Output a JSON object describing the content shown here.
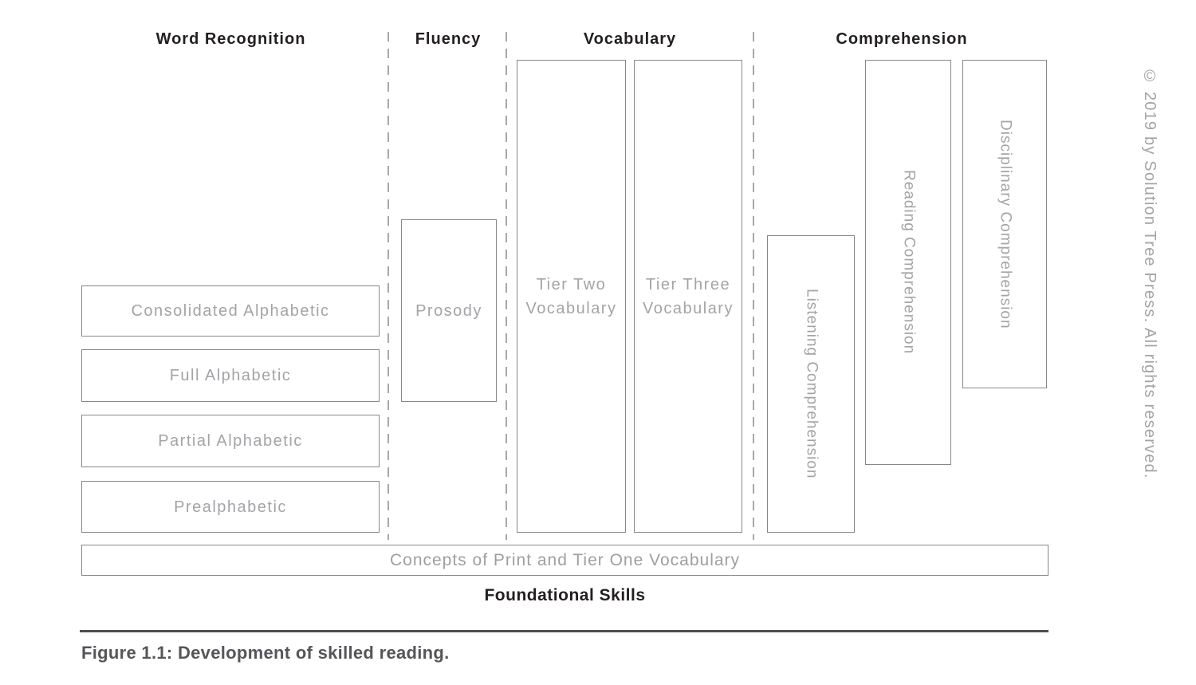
{
  "figure": {
    "caption": "Figure 1.1: Development of skilled reading.",
    "copyright": "© 2019 by Solution Tree Press. All rights reserved."
  },
  "columns": [
    {
      "id": "word-recognition",
      "label": "Word Recognition",
      "boxes": [
        "Consolidated Alphabetic",
        "Full Alphabetic",
        "Partial Alphabetic",
        "Prealphabetic"
      ]
    },
    {
      "id": "fluency",
      "label": "Fluency",
      "boxes": [
        "Prosody"
      ]
    },
    {
      "id": "vocabulary",
      "label": "Vocabulary",
      "boxes": [
        "Tier Two Vocabulary",
        "Tier Three Vocabulary"
      ]
    },
    {
      "id": "comprehension",
      "label": "Comprehension",
      "boxes": [
        "Listening Comprehension",
        "Reading Comprehension",
        "Disciplinary Comprehension"
      ]
    }
  ],
  "foundation": {
    "bar_label": "Concepts of Print and Tier One Vocabulary",
    "skills_label": "Foundational Skills"
  },
  "colors": {
    "header_text": "#231f20",
    "box_border": "#85878a",
    "box_label_text": "#a2a4a7",
    "divider": "#a6a8ab",
    "rule": "#4d4e50",
    "caption_text": "#55565a",
    "copyright_text": "#a2a4a7"
  }
}
